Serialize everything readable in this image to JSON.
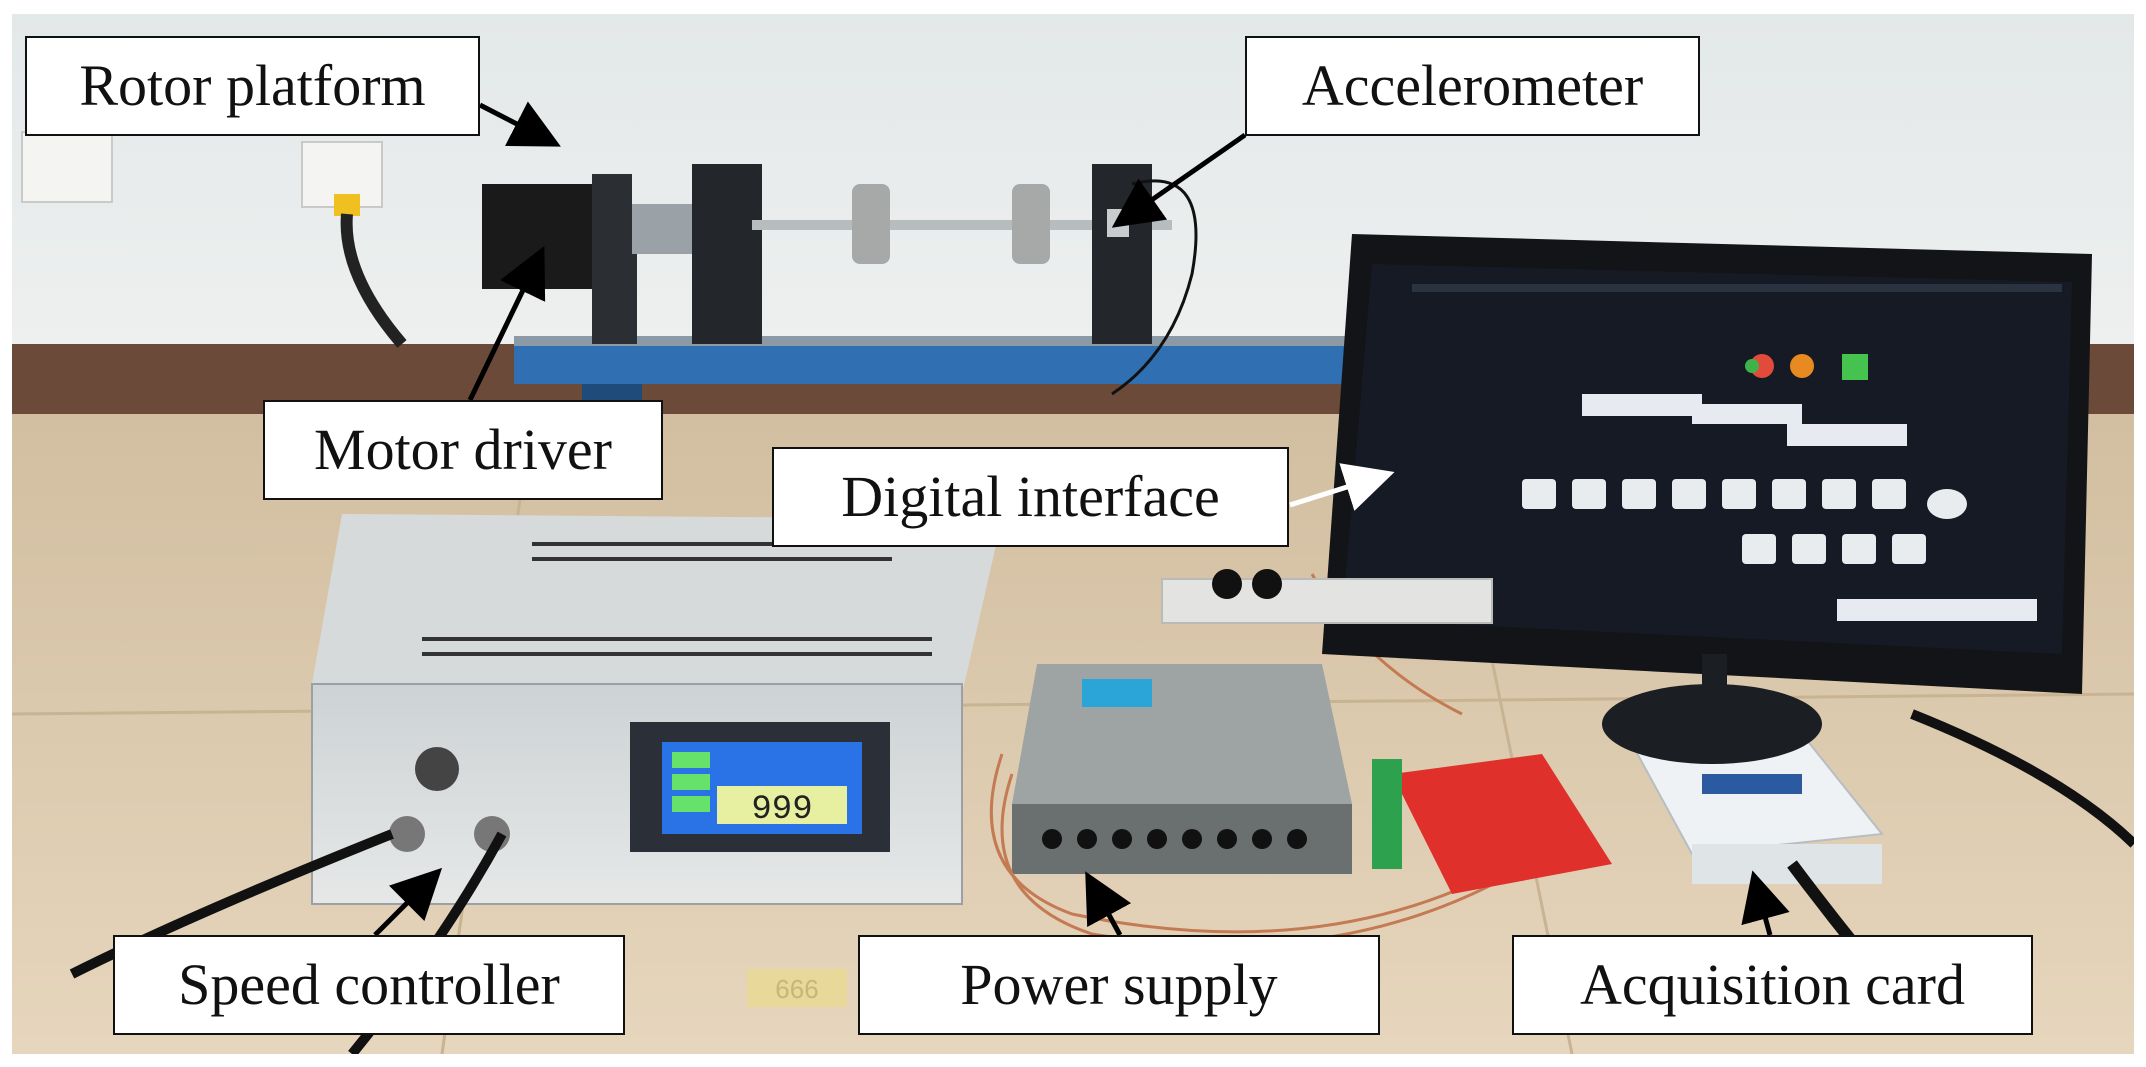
{
  "labels": {
    "rotor_platform": "Rotor platform",
    "accelerometer": "Accelerometer",
    "motor_driver": "Motor driver",
    "digital_interface": "Digital interface",
    "speed_controller": "Speed controller",
    "power_supply": "Power supply",
    "acquisition_card": "Acquisition card"
  },
  "device_text": {
    "display_value": "999",
    "cardboard_note": "666"
  },
  "colors": {
    "wall": "#e9ecec",
    "floor": "#d8c5a6",
    "rail_blue": "#2f6fb2",
    "red_board": "#e0302c",
    "monitor_screen": "#151a24",
    "lcd_blue": "#2a73e6"
  }
}
